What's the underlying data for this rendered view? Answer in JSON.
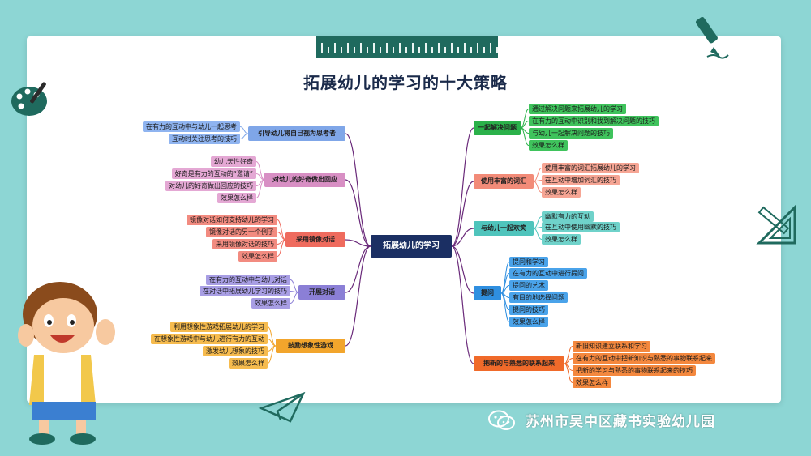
{
  "title": "拓展幼儿的学习的十大策略",
  "center": "拓展幼儿的学习",
  "footer": "苏州市吴中区藏书实验幼儿园",
  "colors": {
    "background": "#8dd6d4",
    "center": "#1b2f63",
    "line": "#6a2a7a"
  },
  "icons": [
    "palette-icon",
    "pen-icon",
    "ruler-triangle-icon",
    "paper-plane-icon",
    "wechat-icon",
    "child-illustration"
  ],
  "left_branches": [
    {
      "label": "引导幼儿将自己视为思考者",
      "color": "#7fa6e8",
      "leaf_color": "#8fb4f0",
      "leaves": [
        "在有力的互动中与幼儿一起思考",
        "互动时关注思考的技巧"
      ]
    },
    {
      "label": "对幼儿的好奇做出回应",
      "color": "#d88fc4",
      "leaf_color": "#e4a8d4",
      "leaves": [
        "幼儿天性好奇",
        "好奇是有力的互动的“邀请”",
        "对幼儿的好奇做出回应的技巧",
        "效果怎么样"
      ]
    },
    {
      "label": "采用镜像对话",
      "color": "#ef6b5e",
      "leaf_color": "#f28b80",
      "leaves": [
        "镜像对话如何支持幼儿的学习",
        "镜像对话的另一个例子",
        "采用镜像对话的技巧",
        "效果怎么样"
      ]
    },
    {
      "label": "开展对话",
      "color": "#8b7fd6",
      "leaf_color": "#a89ee4",
      "leaves": [
        "在有力的互动中与幼儿对话",
        "在对话中拓展幼儿学习的技巧",
        "效果怎么样"
      ]
    },
    {
      "label": "鼓励想象性游戏",
      "color": "#f2a52c",
      "leaf_color": "#f6bb4e",
      "leaves": [
        "利用想象性游戏拓展幼儿的学习",
        "在想象性游戏中与幼儿进行有力的互动",
        "激发幼儿想象的技巧",
        "效果怎么样"
      ]
    }
  ],
  "right_branches": [
    {
      "label": "一起解决问题",
      "color": "#2bb14a",
      "leaf_color": "#3fc35c",
      "leaves": [
        "通过解决问题来拓展幼儿的学习",
        "在有力的互动中识别和找到解决问题的技巧",
        "与幼儿一起解决问题的技巧",
        "效果怎么样"
      ]
    },
    {
      "label": "使用丰富的词汇",
      "color": "#f28b78",
      "leaf_color": "#f6a594",
      "leaves": [
        "使用丰富的词汇拓展幼儿的学习",
        "在互动中增加词汇的技巧",
        "效果怎么样"
      ]
    },
    {
      "label": "与幼儿一起欢笑",
      "color": "#4fc4bc",
      "leaf_color": "#6fd2ca",
      "leaves": [
        "幽默有力的互动",
        "在互动中使用幽默的技巧",
        "效果怎么样"
      ]
    },
    {
      "label": "提问",
      "color": "#2f8fe0",
      "leaf_color": "#4aa3ea",
      "leaves": [
        "提问和学习",
        "在有力的互动中进行提问",
        "提问的艺术",
        "有目的地选择问题",
        "提问的技巧",
        "效果怎么样"
      ]
    },
    {
      "label": "把新的与熟悉的联系起来",
      "color": "#f06a2a",
      "leaf_color": "#f4883e",
      "leaves": [
        "新旧知识建立联系和学习",
        "在有力的互动中把新知识与熟悉的事物联系起来",
        "把新的学习与熟悉的事物联系起来的技巧",
        "效果怎么样"
      ]
    }
  ]
}
